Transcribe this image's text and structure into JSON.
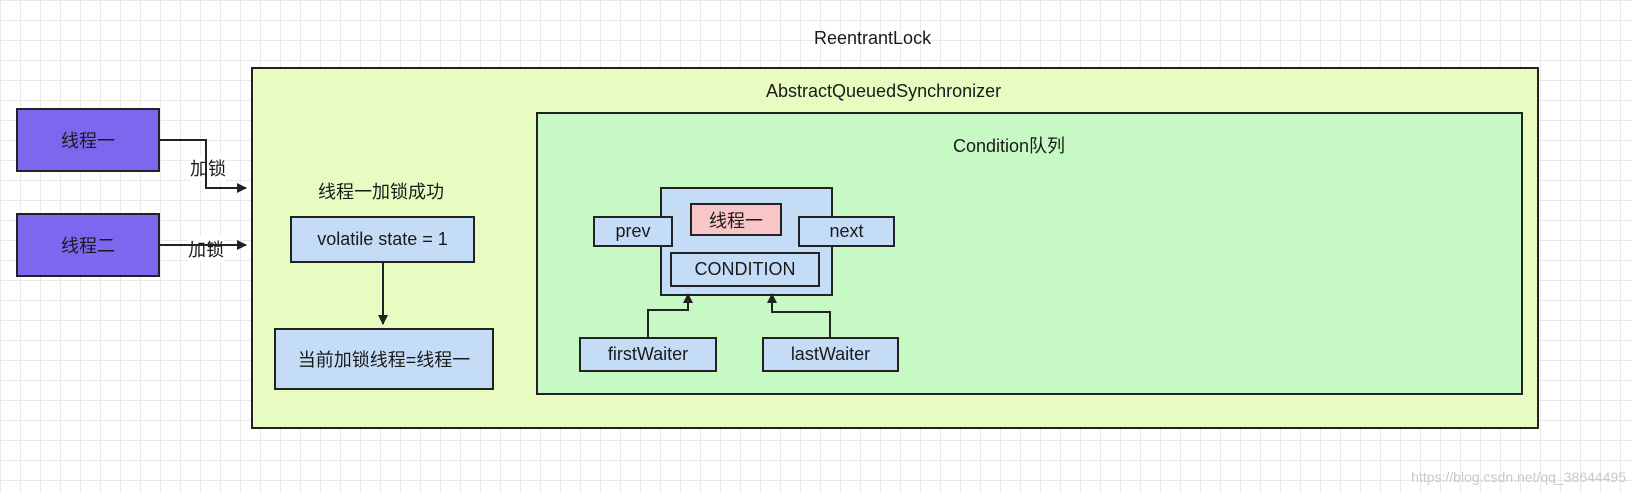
{
  "title": "ReentrantLock",
  "aqs": {
    "label": "AbstractQueuedSynchronizer"
  },
  "threads": {
    "one": "线程一",
    "two": "线程二",
    "lock_label_one": "加锁",
    "lock_label_two": "加锁"
  },
  "state": {
    "success_caption": "线程一加锁成功",
    "volatile_state": "volatile state = 1",
    "current_holder": "当前加锁线程=线程一"
  },
  "condition": {
    "label": "Condition队列",
    "node": {
      "thread": "线程一",
      "prev": "prev",
      "next": "next",
      "wait_status": "CONDITION"
    },
    "first_waiter": "firstWaiter",
    "last_waiter": "lastWaiter"
  },
  "watermark": "https://blog.csdn.net/qq_38644495",
  "colors": {
    "thread": "#7b68ee",
    "aqs_background": "#e8fbc0",
    "condition_background": "#c7f9c5",
    "node": "#c5dcf7",
    "thread_in_node": "#f8c6c6"
  }
}
